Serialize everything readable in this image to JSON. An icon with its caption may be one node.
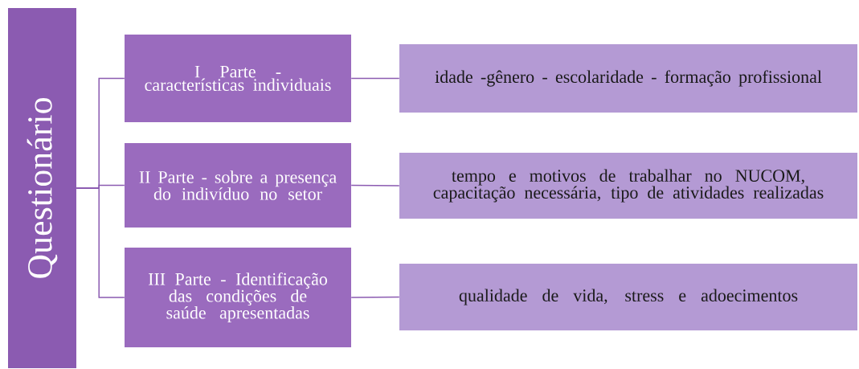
{
  "diagram": {
    "nodes": [
      {
        "text": [
          "Questionário"
        ]
      },
      {
        "text": [
          "I Parte - características individuais"
        ]
      },
      {
        "text": [
          "II Parte - sobre a presença do indivíduo no setor"
        ]
      },
      {
        "text": [
          "III Parte - Identificação das condições de saúde apresentadas"
        ]
      },
      {
        "text": [
          "idade -gênero - escolaridade - formação profissional"
        ]
      },
      {
        "text": [
          "tempo e motivos de trabalhar no NUCOM, capacitação necessária, tipo de atividades realizadas"
        ]
      },
      {
        "text": [
          "qualidade de vida, stress e adoecimentos"
        ]
      }
    ],
    "edges": [
      {
        "from": 0,
        "to": 1,
        "arrow": "none"
      },
      {
        "from": 0,
        "to": 2,
        "arrow": "none"
      },
      {
        "from": 0,
        "to": 3,
        "arrow": "none"
      },
      {
        "from": 1,
        "to": 4,
        "arrow": "none"
      },
      {
        "from": 2,
        "to": 5,
        "arrow": "none"
      },
      {
        "from": 3,
        "to": 6,
        "arrow": "none"
      }
    ]
  }
}
